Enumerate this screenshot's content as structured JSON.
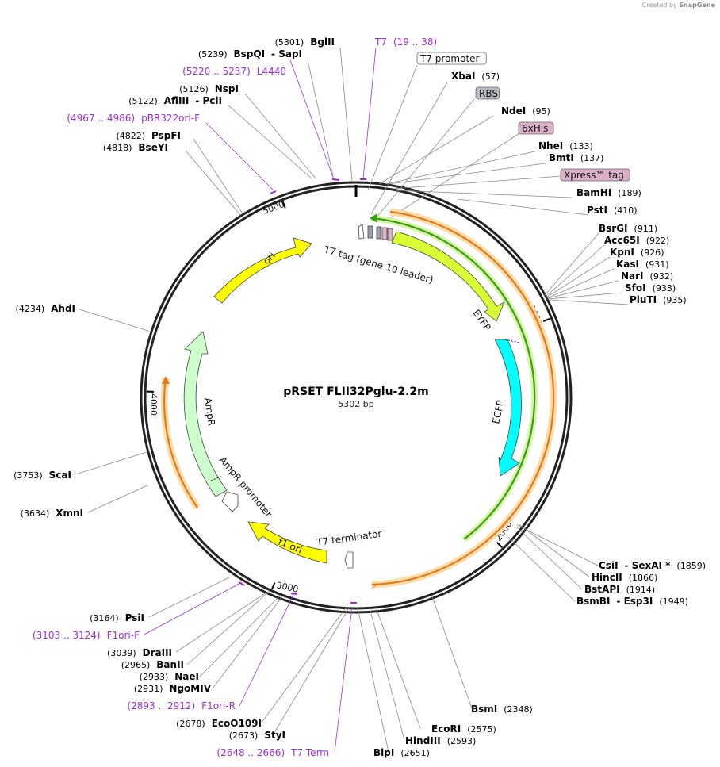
{
  "credit": {
    "prefix": "Created by",
    "brand": "SnapGene"
  },
  "plasmid": {
    "name": "pRSET FLII32Pglu-2.2m",
    "length_label": "5302 bp",
    "length": 5302
  },
  "ticks": [
    {
      "pos": 1000,
      "label": "1000"
    },
    {
      "pos": 2000,
      "label": "2000"
    },
    {
      "pos": 3000,
      "label": "3000"
    },
    {
      "pos": 4000,
      "label": "4000"
    },
    {
      "pos": 5000,
      "label": "5000"
    }
  ],
  "features": [
    {
      "name": "ori",
      "label": "ori",
      "color": "#ffff00",
      "type": "arrow"
    },
    {
      "name": "t7-tag",
      "label": "T7 tag (gene 10 leader)",
      "color": "#ffffff",
      "type": "label"
    },
    {
      "name": "eyfp",
      "label": "EYFP",
      "color": "#ccff33",
      "type": "arrow"
    },
    {
      "name": "ecfp",
      "label": "ECFP",
      "color": "#00ffff",
      "type": "arrow"
    },
    {
      "name": "ampr",
      "label": "AmpR",
      "color": "#ccffcc",
      "type": "arrow"
    },
    {
      "name": "ampr-promoter",
      "label": "AmpR promoter",
      "color": "#ffffff",
      "type": "arrow"
    },
    {
      "name": "f1-ori",
      "label": "f1 ori",
      "color": "#ffff00",
      "type": "arrow"
    },
    {
      "name": "t7-terminator",
      "label": "T7 terminator",
      "color": "#ffffff",
      "type": "arrow"
    }
  ],
  "labels": [
    {
      "id": "bglII",
      "pos": "(5301)",
      "name": "BglII",
      "kind": "site",
      "anchor": "end"
    },
    {
      "id": "t7primer",
      "name": "T7",
      "pos": "(19 .. 38)",
      "kind": "primer",
      "anchor": "start"
    },
    {
      "id": "bspqi",
      "pos": "(5239)",
      "name": "BspQI",
      "extra": "- SapI",
      "kind": "site",
      "anchor": "end"
    },
    {
      "id": "t7promoter",
      "name": "T7 promoter",
      "kind": "boxwhite",
      "anchor": "start"
    },
    {
      "id": "l4440",
      "pos": "(5220 .. 5237)",
      "name": "L4440",
      "kind": "primer",
      "anchor": "end"
    },
    {
      "id": "xbai",
      "name": "XbaI",
      "pos": "(57)",
      "kind": "site",
      "anchor": "start"
    },
    {
      "id": "nspi",
      "pos": "(5126)",
      "name": "NspI",
      "kind": "site",
      "anchor": "end"
    },
    {
      "id": "rbs",
      "name": "RBS",
      "kind": "boxgray",
      "anchor": "start"
    },
    {
      "id": "afliii",
      "pos": "(5122)",
      "name": "AflIII",
      "extra": "- PciI",
      "kind": "site",
      "anchor": "end"
    },
    {
      "id": "ndei",
      "name": "NdeI",
      "pos": "(95)",
      "kind": "site",
      "anchor": "start"
    },
    {
      "id": "pbr322",
      "pos": "(4967 .. 4986)",
      "name": "pBR322ori-F",
      "kind": "primer",
      "anchor": "end"
    },
    {
      "id": "sixhis",
      "name": "6xHis",
      "kind": "boxpink",
      "anchor": "start"
    },
    {
      "id": "pspfi",
      "pos": "(4822)",
      "name": "PspFI",
      "kind": "site",
      "anchor": "end"
    },
    {
      "id": "nhei",
      "name": "NheI",
      "pos": "(133)",
      "kind": "site",
      "anchor": "start"
    },
    {
      "id": "bseyi",
      "pos": "(4818)",
      "name": "BseYI",
      "kind": "site",
      "anchor": "end"
    },
    {
      "id": "bmti",
      "name": "BmtI",
      "pos": "(137)",
      "kind": "site",
      "anchor": "start"
    },
    {
      "id": "xpress",
      "name": "Xpress™ tag",
      "kind": "boxpink",
      "anchor": "start"
    },
    {
      "id": "bamhi",
      "name": "BamHI",
      "pos": "(189)",
      "kind": "site",
      "anchor": "start"
    },
    {
      "id": "psti",
      "name": "PstI",
      "pos": "(410)",
      "kind": "site",
      "anchor": "start"
    },
    {
      "id": "bsrgi",
      "name": "BsrGI",
      "pos": "(911)",
      "kind": "site",
      "anchor": "start"
    },
    {
      "id": "acc65i",
      "name": "Acc65I",
      "pos": "(922)",
      "kind": "site",
      "anchor": "start"
    },
    {
      "id": "kpni",
      "name": "KpnI",
      "pos": "(926)",
      "kind": "site",
      "anchor": "start"
    },
    {
      "id": "kasi",
      "name": "KasI",
      "pos": "(931)",
      "kind": "site",
      "anchor": "start"
    },
    {
      "id": "nari",
      "name": "NarI",
      "pos": "(932)",
      "kind": "site",
      "anchor": "start"
    },
    {
      "id": "sfoi",
      "name": "SfoI",
      "pos": "(933)",
      "kind": "site",
      "anchor": "start"
    },
    {
      "id": "pluti",
      "name": "PluTI",
      "pos": "(935)",
      "kind": "site",
      "anchor": "start"
    },
    {
      "id": "ahdi",
      "pos": "(4234)",
      "name": "AhdI",
      "kind": "site",
      "anchor": "end"
    },
    {
      "id": "scai",
      "pos": "(3753)",
      "name": "ScaI",
      "kind": "site",
      "anchor": "end"
    },
    {
      "id": "xmni",
      "pos": "(3634)",
      "name": "XmnI",
      "kind": "site",
      "anchor": "end"
    },
    {
      "id": "csii",
      "name": "CsiI",
      "extra": "- SexAI *",
      "pos": "(1859)",
      "kind": "site",
      "anchor": "start"
    },
    {
      "id": "hincii",
      "name": "HincII",
      "pos": "(1866)",
      "kind": "site",
      "anchor": "start"
    },
    {
      "id": "bstapi",
      "name": "BstAPI",
      "pos": "(1914)",
      "kind": "site",
      "anchor": "start"
    },
    {
      "id": "bsmbi",
      "name": "BsmBI",
      "extra": "- Esp3I",
      "pos": "(1949)",
      "kind": "site",
      "anchor": "start"
    },
    {
      "id": "psii",
      "pos": "(3164)",
      "name": "PsiI",
      "kind": "site",
      "anchor": "end"
    },
    {
      "id": "f1orif",
      "pos": "(3103 .. 3124)",
      "name": "F1ori-F",
      "kind": "primer",
      "anchor": "end"
    },
    {
      "id": "draiii",
      "pos": "(3039)",
      "name": "DraIII",
      "kind": "site",
      "anchor": "end"
    },
    {
      "id": "banii",
      "pos": "(2965)",
      "name": "BanII",
      "kind": "site",
      "anchor": "end"
    },
    {
      "id": "naei",
      "pos": "(2933)",
      "name": "NaeI",
      "kind": "site",
      "anchor": "end"
    },
    {
      "id": "ngomiv",
      "pos": "(2931)",
      "name": "NgoMIV",
      "kind": "site",
      "anchor": "end"
    },
    {
      "id": "f1orir",
      "pos": "(2893 .. 2912)",
      "name": "F1ori-R",
      "kind": "primer",
      "anchor": "end"
    },
    {
      "id": "bsmi",
      "name": "BsmI",
      "pos": "(2348)",
      "kind": "site",
      "anchor": "start"
    },
    {
      "id": "ecoo109i",
      "pos": "(2678)",
      "name": "EcoO109I",
      "kind": "site",
      "anchor": "end"
    },
    {
      "id": "styi",
      "pos": "(2673)",
      "name": "StyI",
      "kind": "site",
      "anchor": "end"
    },
    {
      "id": "ecori",
      "name": "EcoRI",
      "pos": "(2575)",
      "kind": "site",
      "anchor": "start"
    },
    {
      "id": "hindiii",
      "name": "HindIII",
      "pos": "(2593)",
      "kind": "site",
      "anchor": "start"
    },
    {
      "id": "t7term",
      "pos": "(2648 .. 2666)",
      "name": "T7 Term",
      "kind": "primer",
      "anchor": "end"
    },
    {
      "id": "blpi",
      "name": "BlpI",
      "pos": "(2651)",
      "kind": "site",
      "anchor": "start"
    }
  ]
}
